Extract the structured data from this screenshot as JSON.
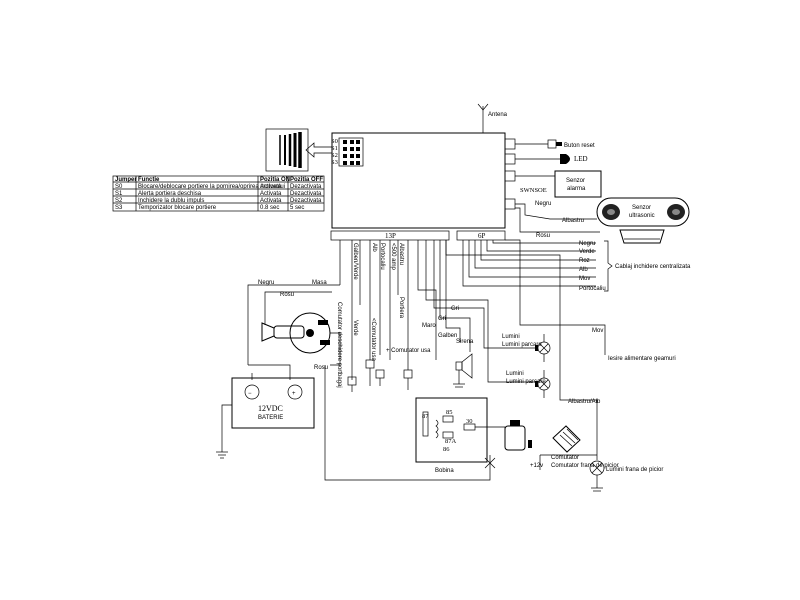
{
  "jumper_table": {
    "headers": [
      "Jumper",
      "Functie",
      "Pozitia ON",
      "Pozitia OFF"
    ],
    "rows": [
      [
        "S0",
        "Blocare/deblocare portiere la pornirea/oprirea motorului",
        "Activata",
        "Dezactivata"
      ],
      [
        "S1",
        "Alerta portiera deschisa",
        "Activata",
        "Dezactivata"
      ],
      [
        "S2",
        "Inchidere la dublu impuls",
        "Activata",
        "Dezactivata"
      ],
      [
        "S3",
        "Temporizator blocare portiere",
        "0.8 sec",
        "5 sec"
      ]
    ]
  },
  "unit": {
    "jumpers": [
      "S0",
      "S1",
      "S2",
      "S3"
    ],
    "conn_13p": "13P",
    "conn_6p": "6P",
    "antenna": "Antena"
  },
  "right_labels": {
    "buton_reset": "Buton reset",
    "led": "LED",
    "swnsoe": "SWNSOE",
    "senzor_alarma": "Senzor alarma",
    "senzor_ultrasonic": "Senzor ultrasonic",
    "negru_top": "Negru",
    "albastru": "Albastru",
    "rosu_right": "Rosu"
  },
  "cable_6p": {
    "wires": [
      "Negru",
      "Verde",
      "Roz",
      "Alb",
      "Mov",
      "Portocaliu"
    ],
    "label": "Cablaj inchidere centralizata"
  },
  "wires_13p": {
    "galben_verde": "Galben/Verde",
    "verde": "Verde",
    "alb": "Alb",
    "portocaliu": "Portocaliu",
    "current": "<500 amp",
    "albastru": "Albastru",
    "portiera": "Portiera",
    "comutator_usa_vertical": "<Comutator usa",
    "comutator_usa": "+ Comutator usa",
    "comutator_deschidere": "Comutator deschidere portbagaj",
    "gri1": "Gri",
    "gri2": "Gri",
    "maro": "Maro",
    "galben": "Galben",
    "mov": "Mov",
    "albastru_alb": "Albastru/Alb"
  },
  "left_labels": {
    "negru": "Negru",
    "masa": "Masa",
    "rosu_top": "Rosu",
    "rosu_bottom": "Rosu",
    "battery_voltage": "12VDC",
    "battery_name": "BATERIE",
    "plus": "+",
    "minus": "−"
  },
  "bottom_labels": {
    "lumini_parcare_1": "Lumini parcare",
    "lumini_parcare_2": "Lumini parcare",
    "sirena": "Sirena",
    "iesire_geamuri": "Iesire alimentare geamuri",
    "comutator_frana": "Comutator frana de picior",
    "plus12": "+12v",
    "lumini_frana": "Lumini frana de picior",
    "bobina": "Bobina",
    "relay_pins": [
      "87",
      "85",
      "86",
      "87A",
      "30"
    ]
  }
}
